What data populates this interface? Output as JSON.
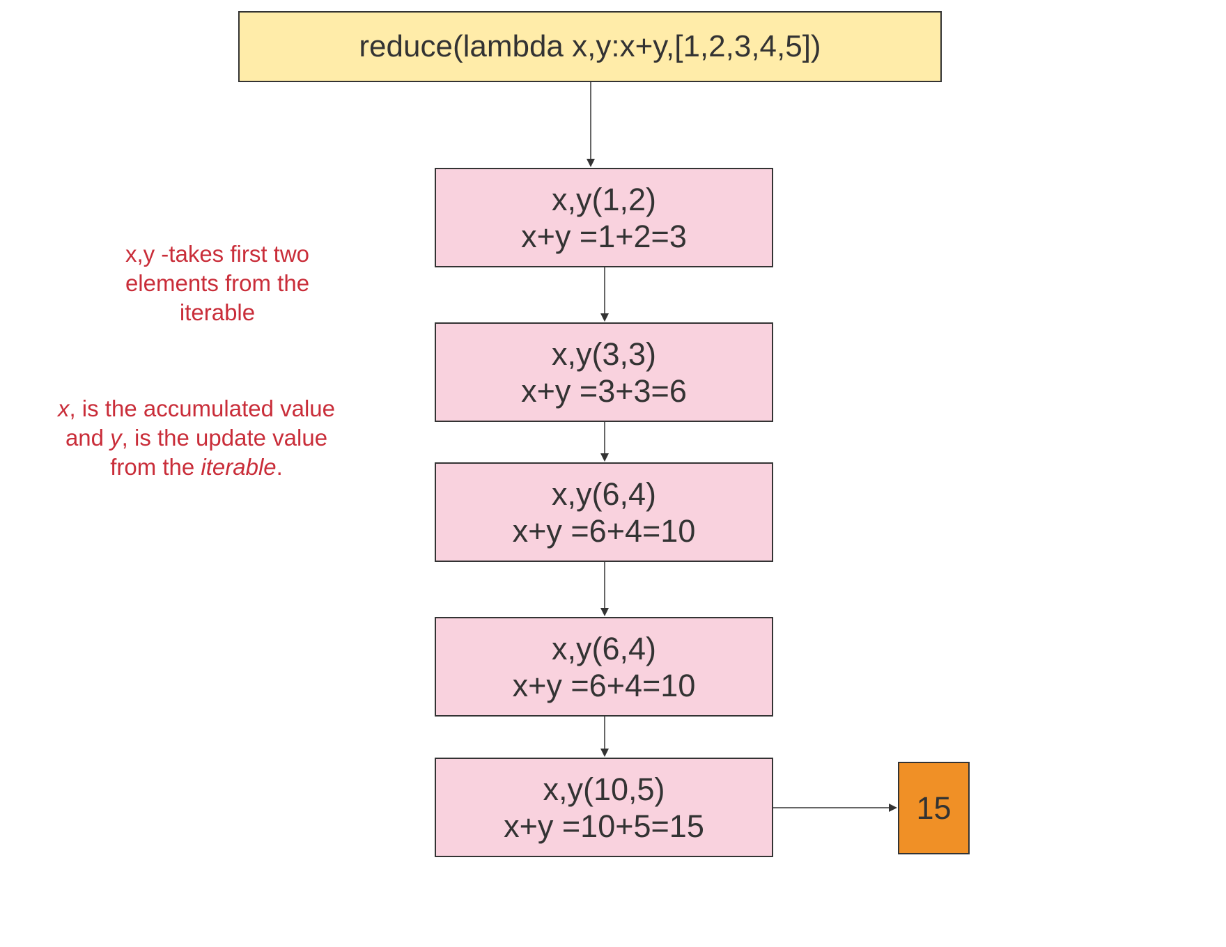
{
  "title": "reduce(lambda x,y:x+y,[1,2,3,4,5])",
  "steps": [
    {
      "line1": "x,y(1,2)",
      "line2": "x+y =1+2=3"
    },
    {
      "line1": "x,y(3,3)",
      "line2": "x+y =3+3=6"
    },
    {
      "line1": "x,y(6,4)",
      "line2": "x+y =6+4=10"
    },
    {
      "line1": "x,y(6,4)",
      "line2": "x+y =6+4=10"
    },
    {
      "line1": "x,y(10,5)",
      "line2": "x+y =10+5=15"
    }
  ],
  "result": "15",
  "notes": {
    "first": {
      "line1": "x,y -takes first two",
      "line2": "elements from the",
      "line3": "iterable"
    },
    "second": {
      "x_var": "x",
      "after_x": ", is the accumulated value",
      "and": "and ",
      "y_var": "y",
      "after_y": ", is the update value",
      "from_the": "from the ",
      "iterable": "iterable",
      "period": "."
    }
  },
  "colors": {
    "title_fill": "#ffeca9",
    "step_fill": "#f9d2de",
    "result_fill": "#f09026",
    "note_text": "#c92d39",
    "stroke": "#333333"
  }
}
